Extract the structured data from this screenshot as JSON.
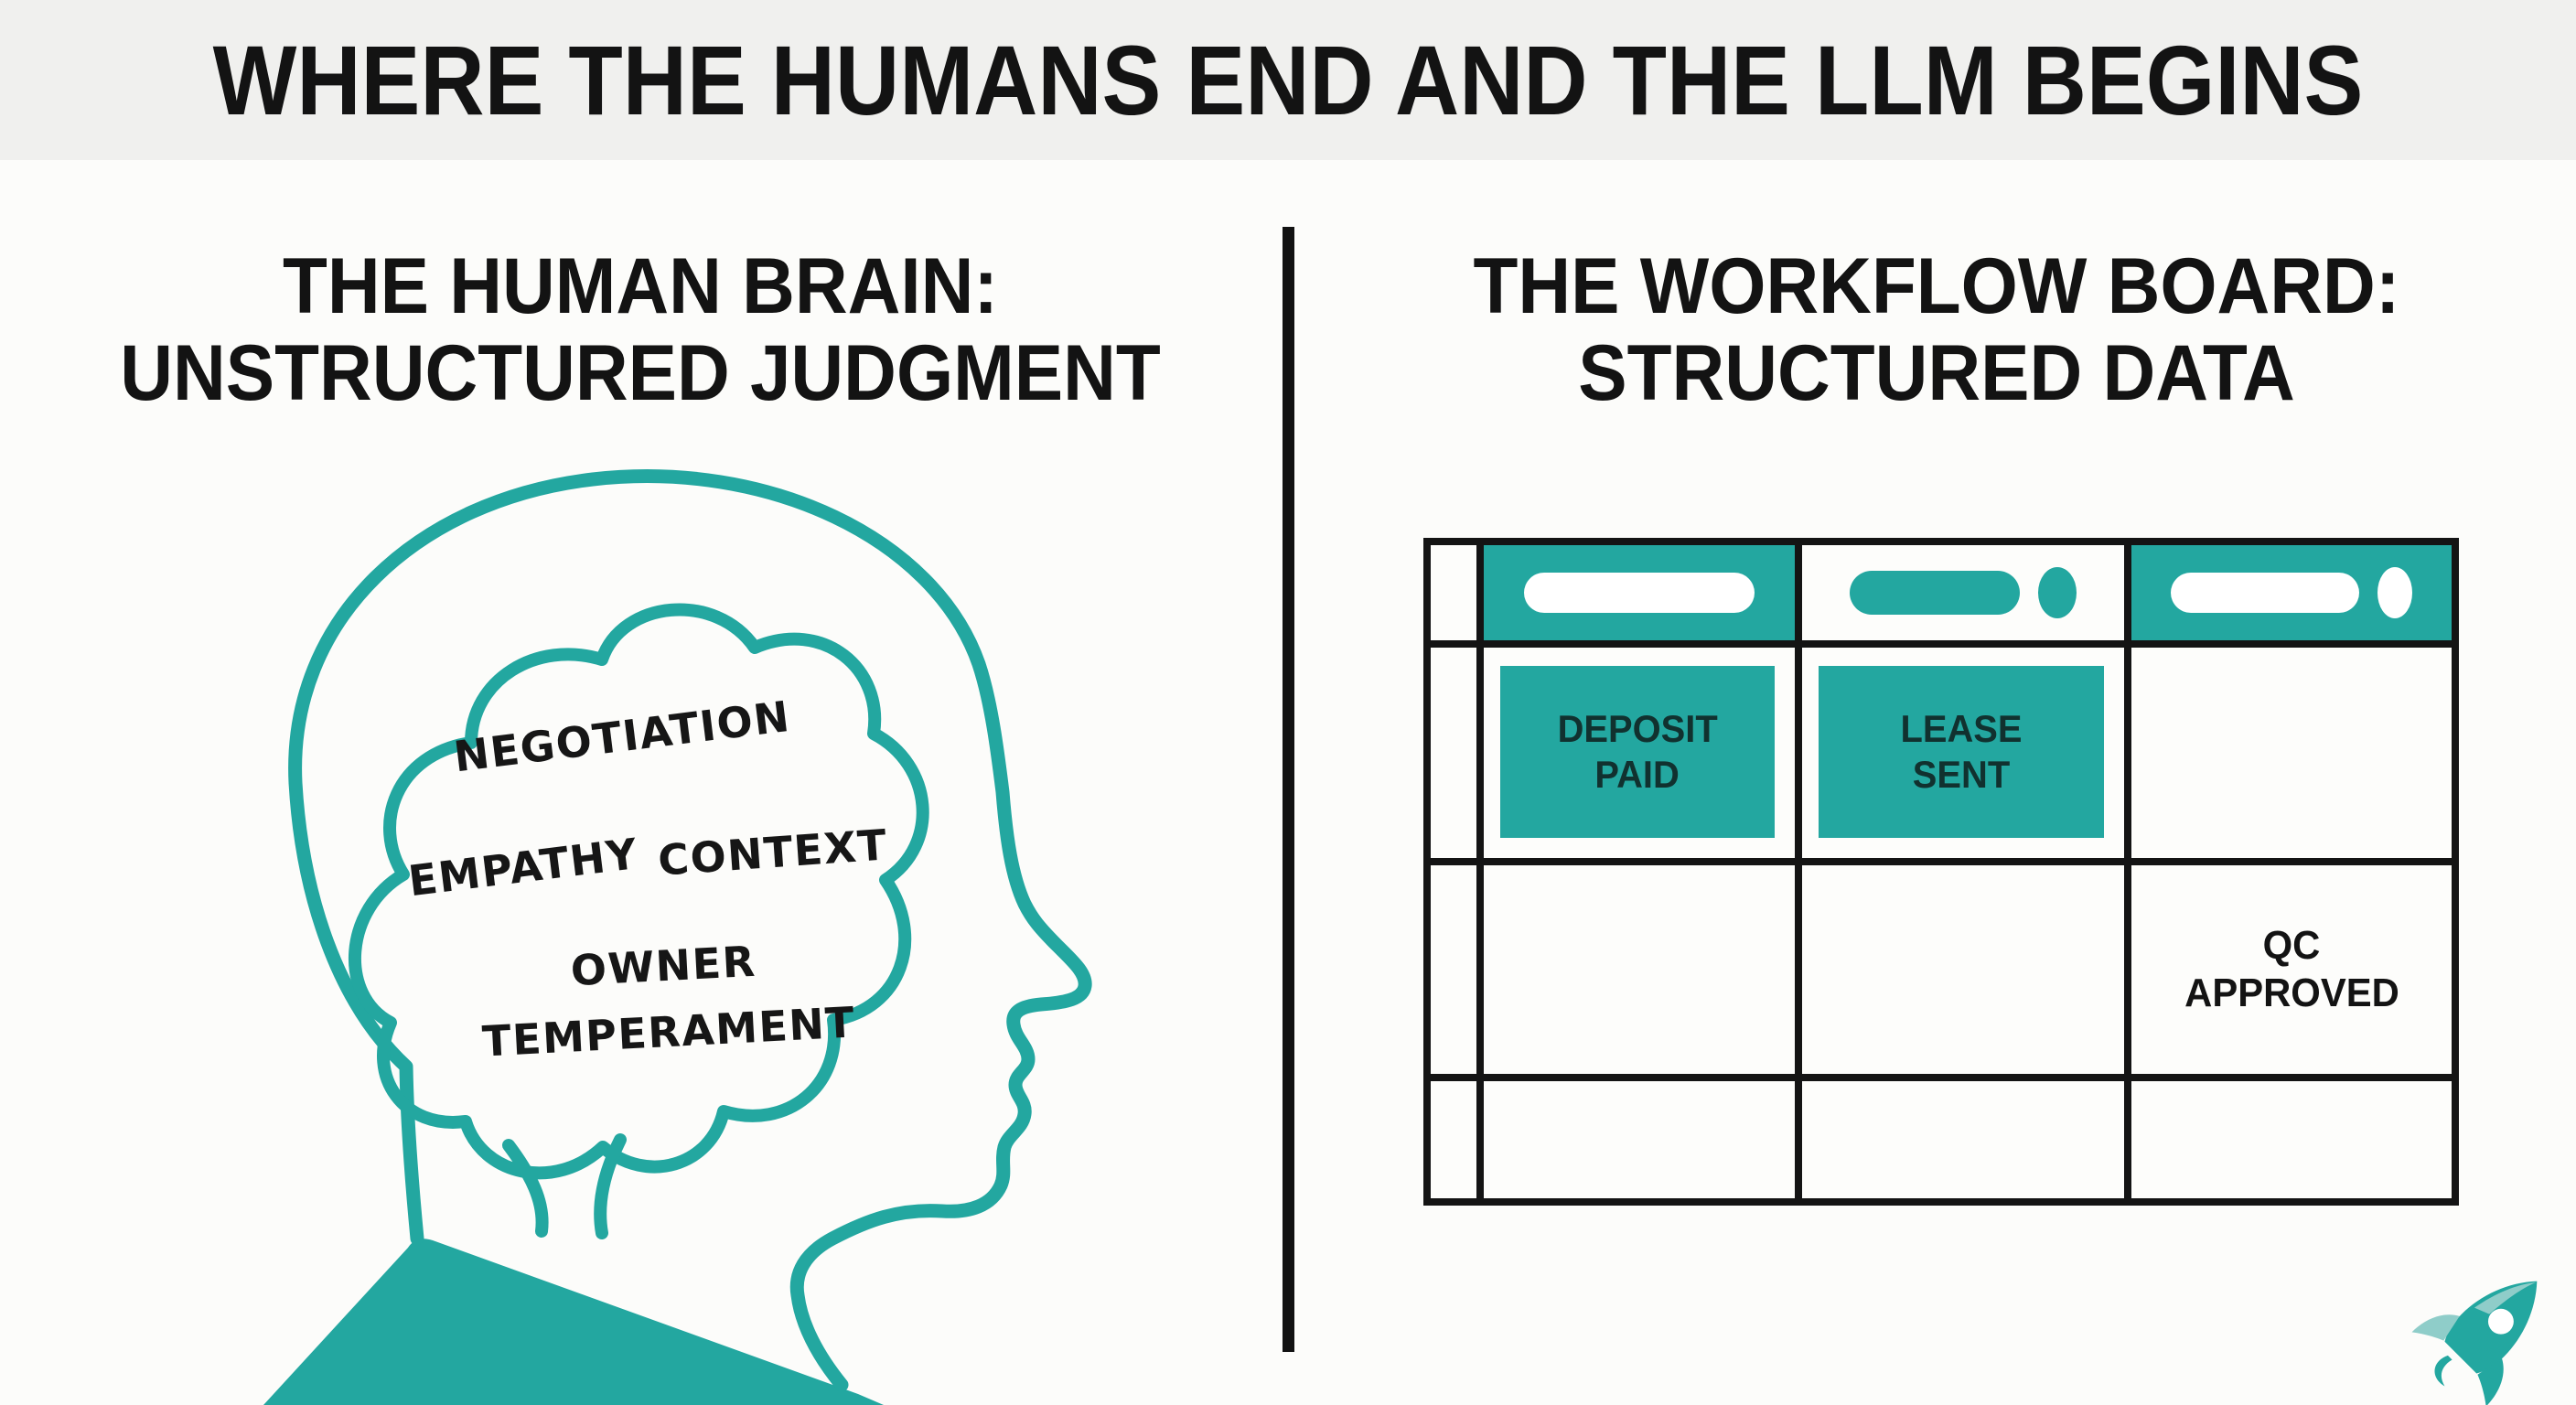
{
  "title": "WHERE THE HUMANS END AND THE LLM BEGINS",
  "left_panel": {
    "heading_line1": "THE HUMAN BRAIN:",
    "heading_line2": "UNSTRUCTURED JUDGMENT",
    "brain_labels": {
      "negotiation": "NEGOTIATION",
      "empathy": "EMPATHY",
      "context": "CONTEXT",
      "owner": "OWNER",
      "temperament": "TEMPERAMENT"
    }
  },
  "right_panel": {
    "heading_line1": "THE WORKFLOW BOARD:",
    "heading_line2": "STRUCTURED DATA",
    "board": {
      "columns": [
        {
          "name": "column-1",
          "header_background": "teal",
          "pill_color": "white",
          "has_dot": false
        },
        {
          "name": "column-2",
          "header_background": "white",
          "pill_color": "teal",
          "has_dot": true,
          "dot_color": "teal"
        },
        {
          "name": "column-3",
          "header_background": "teal",
          "pill_color": "white",
          "has_dot": true,
          "dot_color": "white"
        }
      ],
      "cards": [
        {
          "column": 1,
          "row": 1,
          "line1": "DEPOSIT",
          "line2": "PAID",
          "variant": "teal-card"
        },
        {
          "column": 2,
          "row": 1,
          "line1": "LEASE",
          "line2": "SENT",
          "variant": "teal-card"
        },
        {
          "column": 3,
          "row": 2,
          "line1": "QC",
          "line2": "APPROVED",
          "variant": "text-only"
        }
      ],
      "body_rows": 3
    }
  },
  "logo": {
    "icon": "rocket-icon"
  },
  "colors": {
    "teal": "#23A7A0",
    "teal_light": "#8FCDC9",
    "band_gray": "#F0F0EE",
    "background": "#FCFCFA",
    "line_black": "#141414",
    "card_text": "#11312F"
  }
}
